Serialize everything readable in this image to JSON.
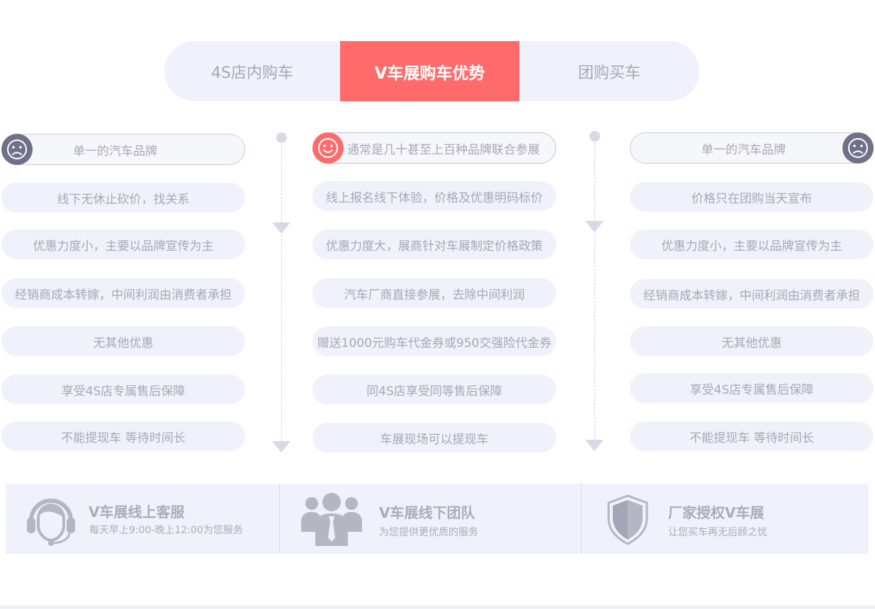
{
  "tabs": {
    "left": "4S店内购车",
    "mid": "V车展购车优势",
    "right": "团购买车"
  },
  "columns": {
    "left": {
      "head": "单一的汽车品牌",
      "items": [
        "线下无休止砍价，找关系",
        "优惠力度小，主要以品牌宣传为主",
        "经销商成本转嫁，中间利润由消费者承担",
        "无其他优惠",
        "享受4S店专属售后保障",
        "不能提现车  等待时间长"
      ]
    },
    "mid": {
      "head": "通常是几十甚至上百种品牌联合参展",
      "items": [
        "线上报名线下体验，价格及优惠明码标价",
        "优惠力度大，展商针对车展制定价格政策",
        "汽车厂商直接参展，去除中间利润",
        "赠送1000元购车代金券或950交强险代金券",
        "同4S店享受同等售后保障",
        "车展现场可以提现车"
      ]
    },
    "right": {
      "head": "单一的汽车品牌",
      "items": [
        "价格只在团购当天宣布",
        "优惠力度小，主要以品牌宣传为主",
        "经销商成本转嫁，中间利润由消费者承担",
        "无其他优惠",
        "享受4S店专属售后保障",
        "不能提现车  等待时间长"
      ]
    }
  },
  "services": [
    {
      "title": "V车展线上客服",
      "subtitle": "每天早上9:00-晚上12:00为您服务",
      "icon": "headset-icon"
    },
    {
      "title": "V车展线下团队",
      "subtitle": "为您提供更优质的服务",
      "icon": "team-icon"
    },
    {
      "title": "厂家授权V车展",
      "subtitle": "让您买车再无后顾之忧",
      "icon": "shield-icon"
    }
  ],
  "colors": {
    "accent": "#ff6b6b",
    "pill_bg": "#eff2fa",
    "text_muted": "#a5a8b8",
    "sad_face": "#6e7188"
  }
}
